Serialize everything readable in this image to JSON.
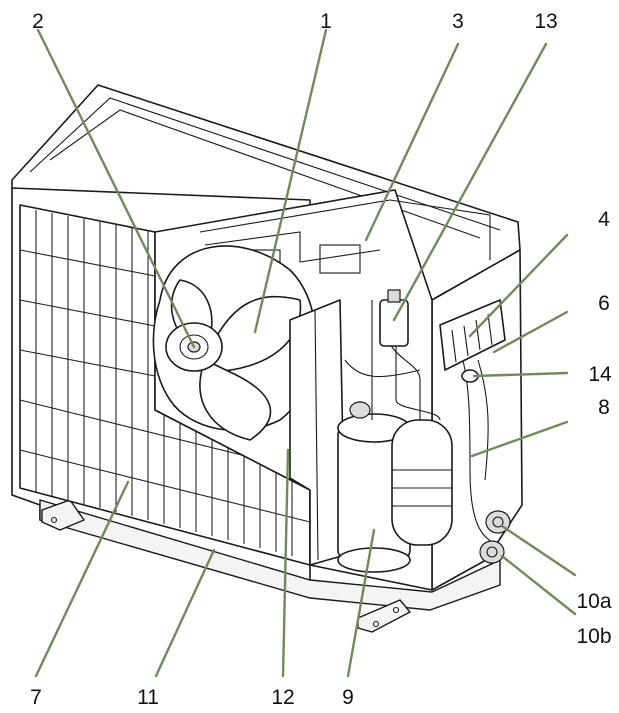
{
  "figure": {
    "subject": "Outdoor unit, cutaway view",
    "leader_color": "#6f8a5c"
  },
  "callouts": [
    {
      "id": "c1",
      "label": "1",
      "part": "fan blade"
    },
    {
      "id": "c2",
      "label": "2",
      "part": "fan hub"
    },
    {
      "id": "c3",
      "label": "3",
      "part": "top panel interior"
    },
    {
      "id": "c13",
      "label": "13",
      "part": "electronic expansion valve"
    },
    {
      "id": "c4",
      "label": "4",
      "part": "terminal block"
    },
    {
      "id": "c6",
      "label": "6",
      "part": "control wiring"
    },
    {
      "id": "c14",
      "label": "14",
      "part": "sensor"
    },
    {
      "id": "c8",
      "label": "8",
      "part": "refrigerant piping"
    },
    {
      "id": "c10a",
      "label": "10a",
      "part": "service valve (liquid)"
    },
    {
      "id": "c10b",
      "label": "10b",
      "part": "service valve (gas)"
    },
    {
      "id": "c7",
      "label": "7",
      "part": "rear grille"
    },
    {
      "id": "c11",
      "label": "11",
      "part": "base pan"
    },
    {
      "id": "c12",
      "label": "12",
      "part": "separator plate"
    },
    {
      "id": "c9",
      "label": "9",
      "part": "compressor"
    }
  ]
}
